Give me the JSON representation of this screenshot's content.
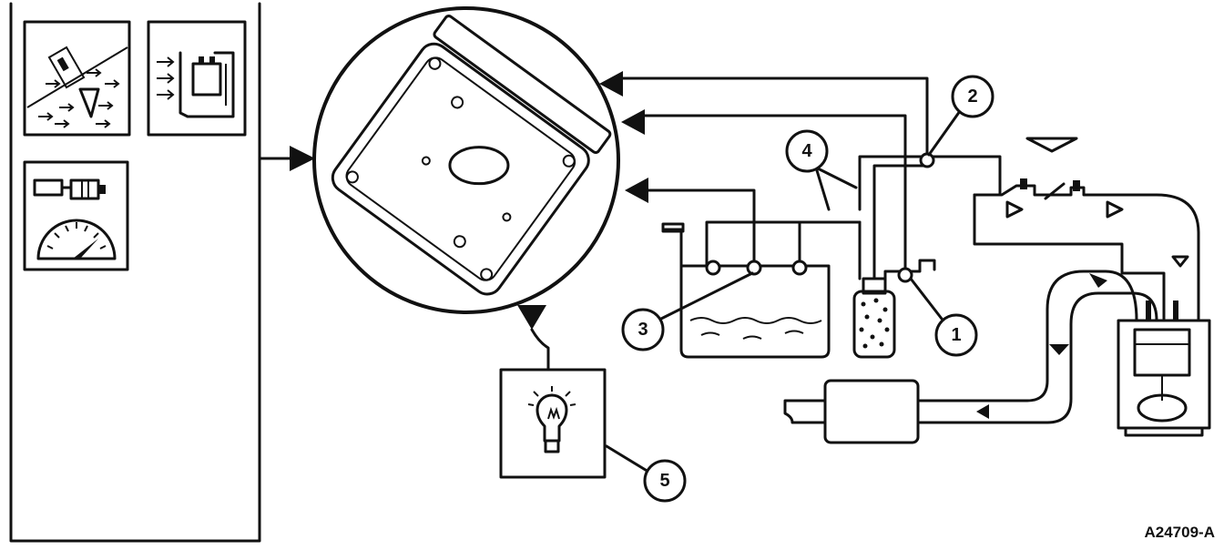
{
  "callouts": {
    "c1": "1",
    "c2": "2",
    "c3": "3",
    "c4": "4",
    "c5": "5"
  },
  "figure_code": "A24709-A",
  "icons": {
    "sensor": "sensor-icon",
    "airflow_meter": "airflow-meter-icon",
    "speedometer": "speedometer-icon",
    "control_module": "control-module-icon",
    "warning_lamp": "warning-lamp-icon",
    "fuel_tank": "fuel-tank-icon",
    "canister": "canister-icon",
    "engine": "engine-icon",
    "muffler": "muffler-icon"
  }
}
